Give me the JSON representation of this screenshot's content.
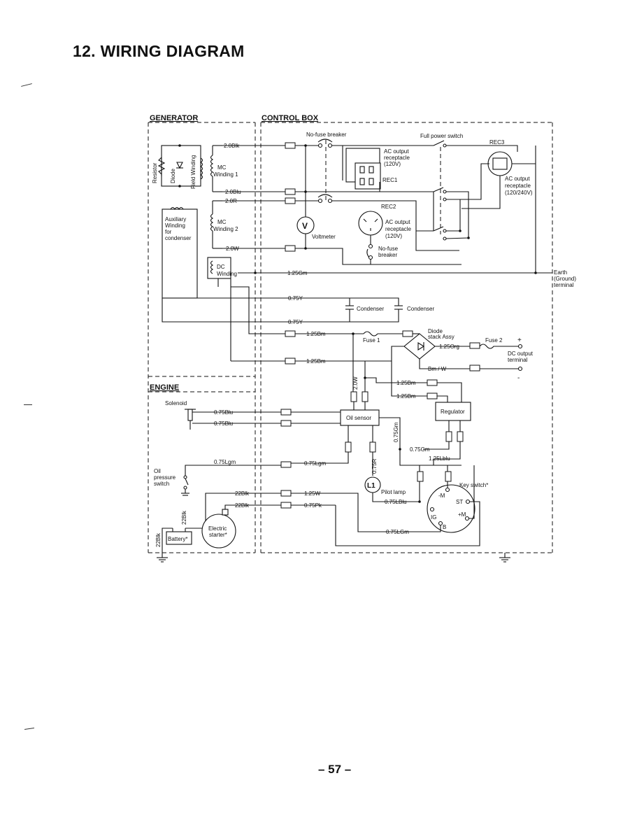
{
  "title": "12. WIRING DIAGRAM",
  "page_number": "– 57 –",
  "sections": {
    "generator": "GENERATOR",
    "control_box": "CONTROL BOX",
    "engine": "ENGINE"
  },
  "generator_parts": {
    "resistor": "Resistor",
    "diode": "Diode",
    "field_winding": "Field Winding",
    "mc_winding_1_a": "MC",
    "mc_winding_1_b": "Winding 1",
    "aux_1": "Auxiliary",
    "aux_2": "Winding",
    "aux_3": "for",
    "aux_4": "condenser",
    "mc_winding_2_a": "MC",
    "mc_winding_2_b": "Winding 2",
    "dc_winding_a": "DC",
    "dc_winding_b": "Winding"
  },
  "wires": {
    "w_2_0blk": "2.0Blk",
    "w_2_0blu": "2.0Blu",
    "w_2_0r": "2.0R",
    "w_2_0w": "2.0W",
    "w_1_25grn": "1.25Gm",
    "w_0_75y_a": "0.75Y",
    "w_0_75y_b": "0.75Y",
    "w_1_25brn_a": "1.25Bm",
    "w_1_25brn_b": "1.25Bm",
    "w_1_25brn_c": "1.25Bm",
    "w_1_25brn_d": "1.25Bm",
    "w_1_25org": "1.25Org",
    "w_brn_w": "Bm / W",
    "w_2_0w_v": "2.0W",
    "w_0_75blu_a": "0.75Blu",
    "w_0_75blu_b": "0.75Blu",
    "w_0_75lgm_a": "0.75Lgm",
    "w_0_75lgm_b": "0.75Lgm",
    "w_0_75grn_v": "0.75Gm",
    "w_0_75grn_h": "0.75Gm",
    "w_1_25lblu": "1.25Lblu",
    "w_0_75r": "0.75R",
    "w_0_75lblu": "0.75LBlu",
    "w_22blk_a": "22Blk",
    "w_22blk_b": "22Blk",
    "w_22blk_c": "22Blk",
    "w_22blk_d": "22Blk",
    "w_1_25w": "1.25W",
    "w_0_75pk": "0.75Pk",
    "w_0_75lgm_c": "0.75LGm"
  },
  "control_parts": {
    "no_fuse_breaker": "No-fuse breaker",
    "full_power_switch": "Full power switch",
    "rec3": "REC3",
    "ac_out_1": "AC output",
    "ac_out_2": "receptacle",
    "ac_out_3": "(120V)",
    "rec1": "REC1",
    "rec2": "REC2",
    "ac2_1": "AC output",
    "ac2_2": "receptacle",
    "ac2_3": "(120V)",
    "ac3_1": "AC output",
    "ac3_2": "receptacle",
    "ac3_3": "(120/240V)",
    "voltmeter_symbol": "V",
    "voltmeter": "Voltmeter",
    "nfb2_1": "No-fuse",
    "nfb2_2": "breaker",
    "earth_1": "Earth",
    "earth_2": "(Ground)",
    "earth_3": "terminal",
    "condenser_1": "Condenser",
    "condenser_2": "Condenser",
    "fuse1": "Fuse 1",
    "diode_stack_1": "Diode",
    "diode_stack_2": "stack Assy",
    "fuse2": "Fuse 2",
    "plus": "+",
    "minus": "-",
    "dc_out_1": "DC output",
    "dc_out_2": "terminal",
    "regulator": "Regulator",
    "oil_sensor": "Oil sensor",
    "pilot_symbol": "L1",
    "pilot_lamp": "Pilot lamp",
    "key_switch": "Key switch*",
    "ks_m_neg": "-M",
    "ks_st": "ST",
    "ks_ig": "IG",
    "ks_m_pos": "+M",
    "ks_b": "B"
  },
  "engine_parts": {
    "solenoid": "Solenoid",
    "oil_1": "Oil",
    "oil_2": "pressure",
    "oil_3": "switch",
    "battery": "Battery*",
    "starter_1": "Electric",
    "starter_2": "starter*"
  }
}
